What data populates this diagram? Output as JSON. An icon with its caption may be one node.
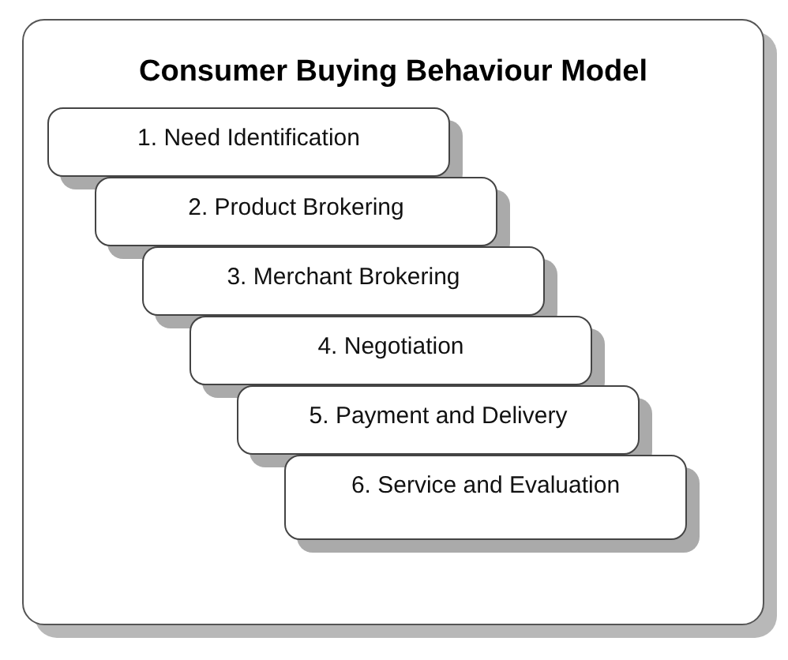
{
  "diagram": {
    "nodes": [
      {
        "text": [
          "Consumer Buying Behaviour Model"
        ]
      },
      {
        "text": [
          "1. Need Identification"
        ],
        "in": 0
      },
      {
        "text": [
          "2. Product Brokering"
        ],
        "in": 0
      },
      {
        "text": [
          "3. Merchant Brokering"
        ],
        "in": 0
      },
      {
        "text": [
          "4. Negotiation"
        ],
        "in": 0
      },
      {
        "text": [
          "5. Payment and Delivery"
        ],
        "in": 0
      },
      {
        "text": [
          "6. Service and Evaluation"
        ],
        "in": 0
      }
    ]
  }
}
